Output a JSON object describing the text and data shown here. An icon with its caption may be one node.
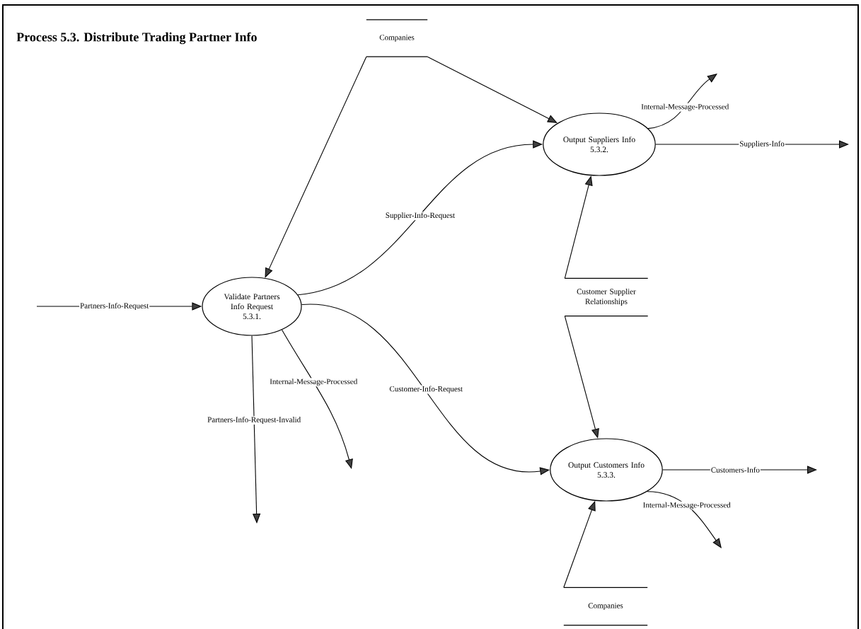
{
  "diagram": {
    "title": "Process 5.3. Distribute Trading Partner Info",
    "nodes": [
      {
        "text": [
          "Validate Partners Info Request",
          "5.3.1."
        ]
      },
      {
        "text": [
          "Output Suppliers Info",
          "5.3.2."
        ]
      },
      {
        "text": [
          "Output Customers Info",
          "5.3.3."
        ]
      },
      {
        "text": [
          "Companies"
        ]
      },
      {
        "text": [
          "Customer Supplier Relationships"
        ]
      },
      {
        "text": [
          "Companies"
        ]
      }
    ],
    "edges": [
      {
        "from": null,
        "to": 0,
        "arrow": "to",
        "label": "Partners-Info-Request"
      },
      {
        "from": 3,
        "to": 0,
        "arrow": "to"
      },
      {
        "from": 3,
        "to": 1,
        "arrow": "to"
      },
      {
        "from": 0,
        "to": 1,
        "arrow": "to",
        "label": "Supplier-Info-Request"
      },
      {
        "from": 0,
        "to": 2,
        "arrow": "to",
        "label": "Customer-Info-Request"
      },
      {
        "from": 0,
        "to": null,
        "arrow": "to",
        "label": "Partners-Info-Request-Invalid"
      },
      {
        "from": 0,
        "to": null,
        "arrow": "to",
        "label": "Internal-Message-Processed"
      },
      {
        "from": 1,
        "to": null,
        "arrow": "to",
        "label": "Internal-Message-Processed"
      },
      {
        "from": 1,
        "to": null,
        "arrow": "to",
        "label": "Suppliers-Info"
      },
      {
        "from": 4,
        "to": 1,
        "arrow": "to"
      },
      {
        "from": 4,
        "to": 2,
        "arrow": "to"
      },
      {
        "from": 2,
        "to": null,
        "arrow": "to",
        "label": "Customers-Info"
      },
      {
        "from": 2,
        "to": null,
        "arrow": "to",
        "label": "Internal-Message-Processed"
      },
      {
        "from": 5,
        "to": 2,
        "arrow": "to"
      }
    ]
  }
}
